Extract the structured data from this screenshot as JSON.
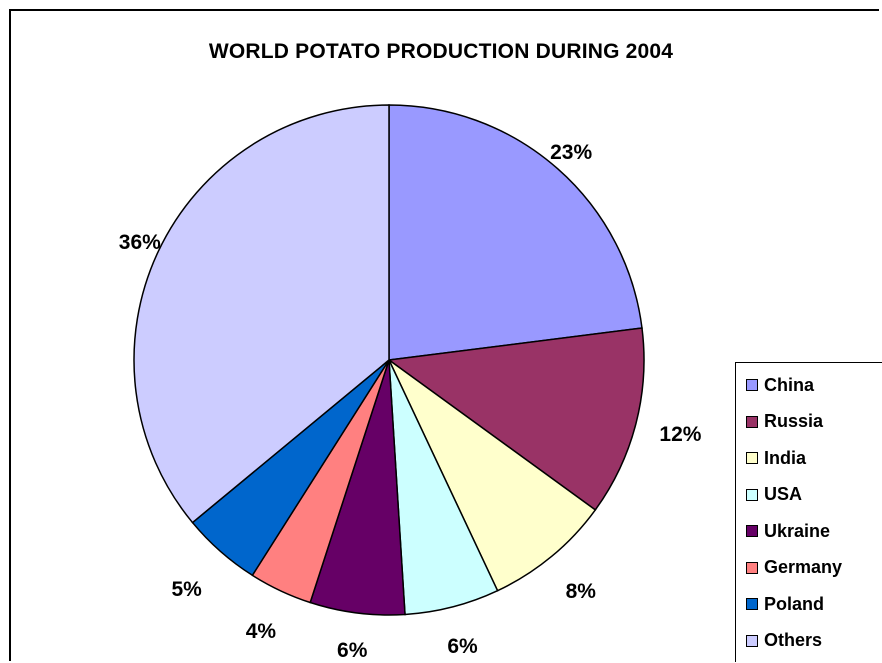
{
  "chart_data": {
    "type": "pie",
    "title": "WORLD POTATO PRODUCTION DURING 2004",
    "categories": [
      "China",
      "Russia",
      "India",
      "USA",
      "Ukraine",
      "Germany",
      "Poland",
      "Others"
    ],
    "values": [
      23,
      12,
      8,
      6,
      6,
      4,
      5,
      36
    ],
    "labels": [
      "23%",
      "12%",
      "8%",
      "6%",
      "6%",
      "4%",
      "5%",
      "36%"
    ],
    "colors": [
      "#9999ff",
      "#993366",
      "#ffffcc",
      "#ccffff",
      "#660066",
      "#ff8080",
      "#0066cc",
      "#ccccff"
    ],
    "legend_position": "right"
  }
}
